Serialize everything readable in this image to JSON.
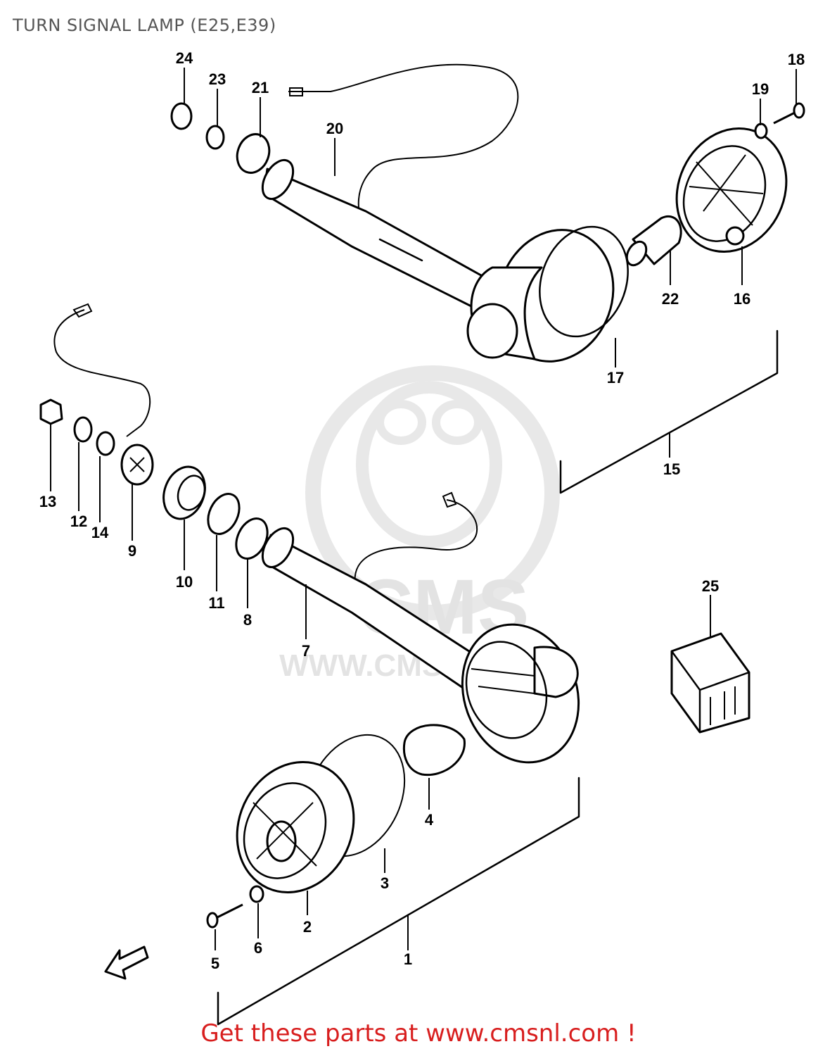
{
  "page": {
    "title": "TURN SIGNAL LAMP (E25,E39)",
    "footer": "Get these parts at www.cmsnl.com !",
    "watermark": {
      "brand": "CMS",
      "url": "WWW.CMSNL.COM"
    }
  },
  "callouts": [
    {
      "id": "1",
      "label": "1"
    },
    {
      "id": "2",
      "label": "2"
    },
    {
      "id": "3",
      "label": "3"
    },
    {
      "id": "4",
      "label": "4"
    },
    {
      "id": "5",
      "label": "5"
    },
    {
      "id": "6",
      "label": "6"
    },
    {
      "id": "7",
      "label": "7"
    },
    {
      "id": "8",
      "label": "8"
    },
    {
      "id": "9",
      "label": "9"
    },
    {
      "id": "10",
      "label": "10"
    },
    {
      "id": "11",
      "label": "11"
    },
    {
      "id": "12",
      "label": "12"
    },
    {
      "id": "13",
      "label": "13"
    },
    {
      "id": "14",
      "label": "14"
    },
    {
      "id": "15",
      "label": "15"
    },
    {
      "id": "16",
      "label": "16"
    },
    {
      "id": "17",
      "label": "17"
    },
    {
      "id": "18",
      "label": "18"
    },
    {
      "id": "19",
      "label": "19"
    },
    {
      "id": "20",
      "label": "20"
    },
    {
      "id": "21",
      "label": "21"
    },
    {
      "id": "22",
      "label": "22"
    },
    {
      "id": "23",
      "label": "23"
    },
    {
      "id": "24",
      "label": "24"
    },
    {
      "id": "25",
      "label": "25"
    }
  ],
  "colors": {
    "footer": "#d81e1e",
    "title": "#555555",
    "watermark": "#e3e3e3",
    "ink": "#000000"
  }
}
